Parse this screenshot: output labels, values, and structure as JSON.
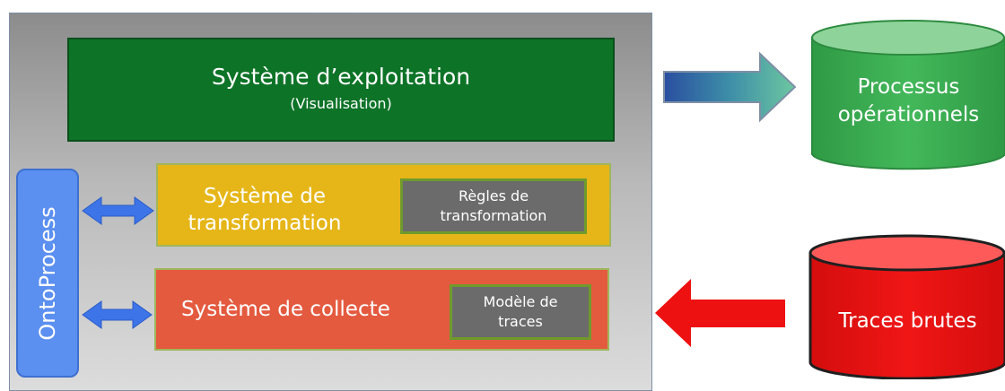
{
  "system": {
    "exploitation_title": "Système d’exploitation",
    "exploitation_subtitle": "(Visualisation)",
    "ontoprocess_label": "OntoProcess",
    "transformation_title_line1": "Système de",
    "transformation_title_line2": "transformation",
    "transformation_rules_line1": "Règles de",
    "transformation_rules_line2": "transformation",
    "collecte_title": "Système de collecte",
    "trace_model_line1": "Modèle de",
    "trace_model_line2": "traces"
  },
  "datastores": {
    "processes_line1": "Processus",
    "processes_line2": "opérationnels",
    "raw_traces": "Traces brutes"
  },
  "colors": {
    "exploitation": "#0d7327",
    "transformation": "#e6b619",
    "collecte": "#e45a3f",
    "ontoprocess": "#5b8ff0",
    "processes_cylinder": "#3fb356",
    "traces_cylinder": "#ee1111",
    "arrow_out": "#3d8ea8",
    "arrow_in": "#ee1111",
    "link_arrows": "#3d74e8"
  }
}
